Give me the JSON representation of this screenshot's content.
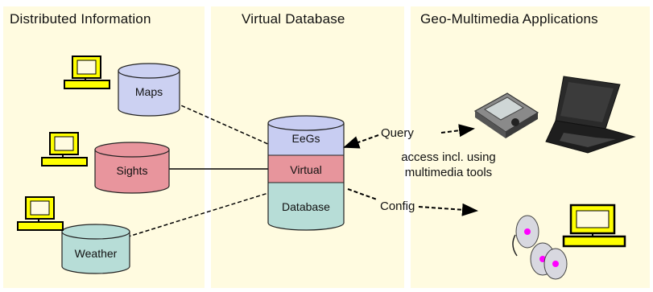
{
  "panels": {
    "left_title": "Distributed Information",
    "middle_title": "Virtual Database",
    "right_title": "Geo-Multimedia Applications"
  },
  "sources": [
    {
      "label": "Maps",
      "color": "#ccd1f2"
    },
    {
      "label": "Sights",
      "color": "#e8959d"
    },
    {
      "label": "Weather",
      "color": "#b7ddd7"
    }
  ],
  "virtual_db": {
    "segments": [
      {
        "label": "EeGs",
        "color": "#c8cdf2"
      },
      {
        "label": "Virtual",
        "color": "#e7959c"
      },
      {
        "label": "Database",
        "color": "#b7ddd7"
      }
    ]
  },
  "arrows": {
    "query_label": "Query",
    "access_line1": "access incl. using",
    "access_line2": "multimedia tools",
    "config_label": "Config"
  },
  "colors": {
    "panel_bg": "#fffbe0",
    "computer_yellow": "#ffff00",
    "computer_outline": "#000000"
  }
}
